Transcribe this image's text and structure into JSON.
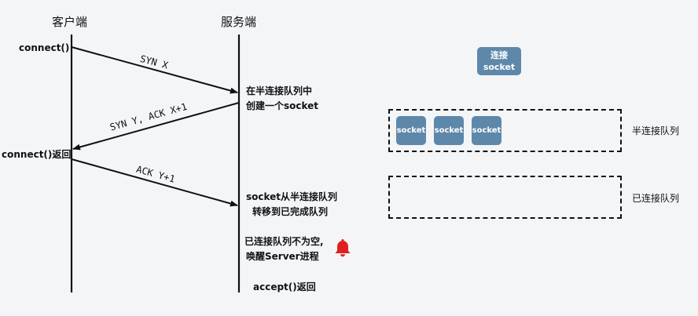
{
  "headers": {
    "client": "客户端",
    "server": "服务端"
  },
  "client_notes": {
    "connect": "connect()",
    "connect_return": "connect()返回"
  },
  "messages": [
    {
      "label": "SYN X"
    },
    {
      "label": "SYN Y, ACK X+1"
    },
    {
      "label": "ACK Y+1"
    }
  ],
  "server_notes": {
    "half_line1": "在半连接队列中",
    "half_line2": "创建一个socket",
    "move_line1": "socket从半连接队列",
    "move_line2": "转移到已完成队列",
    "wake_line1": "已连接队列不为空,",
    "wake_line2": "唤醒Server进程",
    "accept": "accept()返回"
  },
  "legend": {
    "line1": "连接",
    "line2": "socket"
  },
  "queues": {
    "half": {
      "label": "半连接队列",
      "items": [
        "socket",
        "socket",
        "socket"
      ]
    },
    "full": {
      "label": "已连接队列",
      "items": []
    }
  },
  "colors": {
    "socket": "#5e88aa",
    "bell": "#e02020",
    "line": "#111111",
    "background": "#f4f5f7"
  },
  "icons": {
    "bell": "bell-icon"
  }
}
